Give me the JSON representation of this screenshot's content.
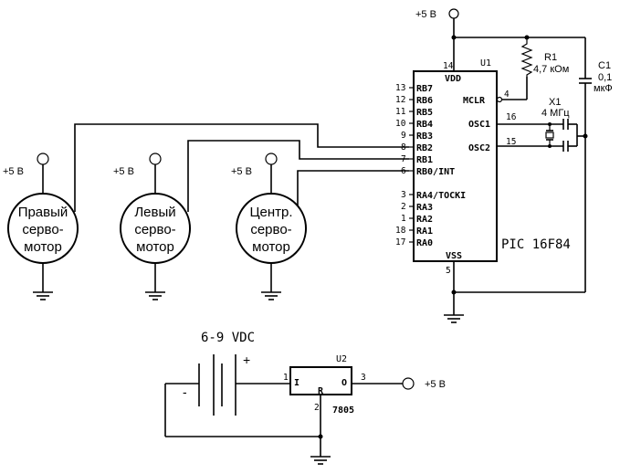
{
  "supply": {
    "top": "+5 В",
    "servo_left": "+5 В",
    "servo_mid": "+5 В",
    "servo_right": "+5 В",
    "regulator_out": "+5 В"
  },
  "mcu": {
    "ref": "U1",
    "part": "PIC 16F84",
    "vdd_label": "VDD",
    "vdd_pin": "14",
    "vss_label": "VSS",
    "vss_pin": "5",
    "mclr_label": "MCLR",
    "mclr_pin": "4",
    "osc1_label": "OSC1",
    "osc1_pin": "16",
    "osc2_label": "OSC2",
    "osc2_pin": "15",
    "pins": [
      {
        "num": "13",
        "label": "RB7"
      },
      {
        "num": "12",
        "label": "RB6"
      },
      {
        "num": "11",
        "label": "RB5"
      },
      {
        "num": "10",
        "label": "RB4"
      },
      {
        "num": "9",
        "label": "RB3"
      },
      {
        "num": "8",
        "label": "RB2"
      },
      {
        "num": "7",
        "label": "RB1"
      },
      {
        "num": "6",
        "label": "RB0/INT"
      },
      {
        "num": "3",
        "label": "RA4/TOCKI"
      },
      {
        "num": "2",
        "label": "RA3"
      },
      {
        "num": "1",
        "label": "RA2"
      },
      {
        "num": "18",
        "label": "RA1"
      },
      {
        "num": "17",
        "label": "RA0"
      }
    ]
  },
  "r1": {
    "ref": "R1",
    "value": "4,7 кОм"
  },
  "c1": {
    "ref": "C1",
    "value_line1": "0,1",
    "value_line2": "мкФ"
  },
  "x1": {
    "ref": "X1",
    "value": "4 МГц"
  },
  "servos": [
    {
      "line1": "Правый",
      "line2": "серво-",
      "line3": "мотор"
    },
    {
      "line1": "Левый",
      "line2": "серво-",
      "line3": "мотор"
    },
    {
      "line1": "Центр.",
      "line2": "серво-",
      "line3": "мотор"
    }
  ],
  "battery": {
    "label": "6-9 VDC",
    "plus": "+",
    "minus": "-"
  },
  "regulator": {
    "ref": "U2",
    "part": "7805",
    "in_label": "I",
    "out_label": "O",
    "gnd_label": "R",
    "pin_in": "1",
    "pin_gnd": "2",
    "pin_out": "3"
  }
}
